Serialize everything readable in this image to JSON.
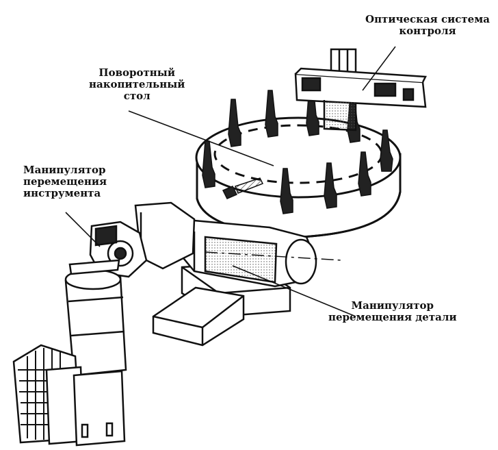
{
  "labels": {
    "optical_system": {
      "line1": "Оптическая система",
      "line2": "контроля"
    },
    "rotary_table": {
      "line1": "Поворотный",
      "line2": "накопительный",
      "line3": "стол"
    },
    "tool_manipulator": {
      "line1": "Манипулятор",
      "line2": "перемещения",
      "line3": "инструмента"
    },
    "part_manipulator": {
      "line1": "Манипулятор",
      "line2": "перемещения детали"
    }
  },
  "colors": {
    "ink": "#111111",
    "paper": "#ffffff",
    "shade": "#bdbdbd"
  }
}
